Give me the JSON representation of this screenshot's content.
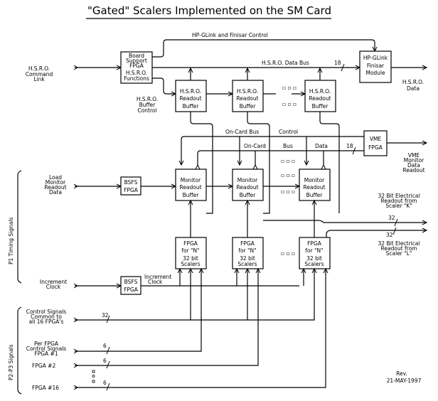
{
  "title": "\"Gated\" Scalers Implemented on the SM Card",
  "revision": {
    "label": "Rev.",
    "date": "21-MAY-1997"
  },
  "inputs": {
    "hsro_command_link": [
      "H.S.R.O.",
      "Command",
      "Link"
    ],
    "load_monitor": [
      "Load",
      "Monitor",
      "Readout",
      "Data"
    ],
    "increment_clock": [
      "Increment",
      "Clock"
    ],
    "control_common": [
      "Control Signals",
      "Common to",
      "all 16 FPGA's"
    ],
    "per_fpga": [
      "Per FPGA",
      "Control Signals",
      "FPGA #1"
    ],
    "fpga2": "FPGA #2",
    "fpga16": "FPGA #16"
  },
  "groups": {
    "p1": "P1  Timing Signals",
    "p2p3": "P2-P3  Signals"
  },
  "blocks": {
    "board_support": [
      "Board",
      "Support",
      "FPGA",
      "H.S.R.O.",
      "Functions"
    ],
    "hsro_buffer": [
      "H.S.R.O.",
      "Readout",
      "Buffer"
    ],
    "hpglink": [
      "HP-GLink",
      "Finisar",
      "Module"
    ],
    "vme_fpga": [
      "VME",
      "FPGA"
    ],
    "bsfs": [
      "BSFS",
      "FPGA"
    ],
    "monitor_buffer": [
      "Monitor",
      "Readout",
      "Buffer"
    ],
    "scaler_fpga": [
      "FPGA",
      "for \"N\"",
      "32  bit",
      "Scalers"
    ]
  },
  "signals": {
    "hpglink_control": "HP-GLink and Finisar Control",
    "hsro_data_bus": "H.S.R.O.  Data  Bus",
    "hsro_bus_width": "18",
    "hsro_data_out": [
      "H.S.R.O.",
      "Data"
    ],
    "hsro_buffer_control": [
      "H.S.R.O.",
      "Buffer",
      "Control"
    ],
    "oncard_bus_control": [
      "On-Card  Bus",
      "Control"
    ],
    "oncard_bus_data": [
      "On-Card",
      "Bus",
      "Data"
    ],
    "oncard_width": "18",
    "vme_readout": [
      "VME",
      "Monitor",
      "Data",
      "Readout"
    ],
    "increment_clock": [
      "Increment",
      "Clock"
    ],
    "readout_k": [
      "32  Bit Electrical",
      "Readout from",
      "Scaler \"K\""
    ],
    "readout_l": [
      "32  Bit Electrical",
      "Readout from",
      "Scaler \"L\""
    ],
    "width_32": "32",
    "width_6": "6"
  },
  "ellipsis": "▫ ▫ ▫"
}
